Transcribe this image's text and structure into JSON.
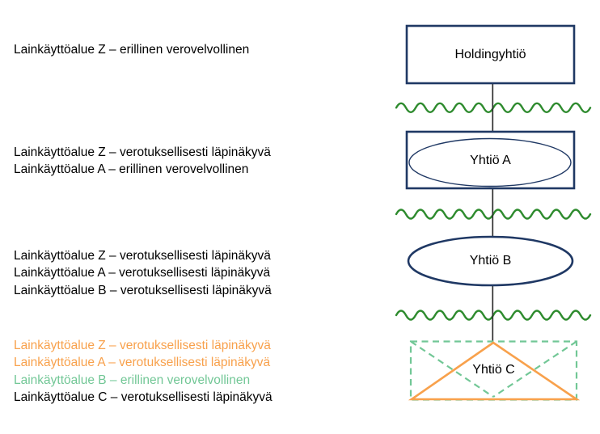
{
  "left_column": {
    "blocks": [
      {
        "lines": [
          {
            "text": "Lainkäyttöalue Z – erillinen verovelvollinen",
            "color": "#000000"
          }
        ]
      },
      {
        "lines": [
          {
            "text": "Lainkäyttöalue Z – verotuksellisesti läpinäkyvä",
            "color": "#000000"
          },
          {
            "text": "Lainkäyttöalue A – erillinen verovelvollinen",
            "color": "#000000"
          }
        ]
      },
      {
        "lines": [
          {
            "text": "Lainkäyttöalue Z – verotuksellisesti läpinäkyvä",
            "color": "#000000"
          },
          {
            "text": "Lainkäyttöalue A – verotuksellisesti läpinäkyvä",
            "color": "#000000"
          },
          {
            "text": "Lainkäyttöalue B – verotuksellisesti läpinäkyvä",
            "color": "#000000"
          }
        ]
      },
      {
        "lines": [
          {
            "text": "Lainkäyttöalue Z – verotuksellisesti läpinäkyvä",
            "color": "#F8A14C"
          },
          {
            "text": "Lainkäyttöalue A – verotuksellisesti läpinäkyvä",
            "color": "#F8A14C"
          },
          {
            "text": "Lainkäyttöalue B – erillinen verovelvollinen",
            "color": "#72C796"
          },
          {
            "text": "Lainkäyttöalue C – verotuksellisesti läpinäkyvä",
            "color": "#000000"
          }
        ]
      }
    ]
  },
  "diagram": {
    "holding": {
      "label": "Holdingyhtiö",
      "shape": "rectangle"
    },
    "company_a": {
      "label": "Yhtiö A",
      "shape": "ellipse-in-rectangle"
    },
    "company_b": {
      "label": "Yhtiö B",
      "shape": "ellipse"
    },
    "company_c": {
      "label": "Yhtiö C",
      "shape": "orange-triangle-with-dashed-green-rectangle"
    },
    "dividers": {
      "style": "green-squiggle",
      "count": 3
    }
  },
  "colors": {
    "navy": "#1F3864",
    "wave_green": "#2E8B2E",
    "dash_green": "#72C796",
    "orange": "#F8A14C",
    "connector": "#2F2F2F",
    "text_black": "#000000"
  }
}
